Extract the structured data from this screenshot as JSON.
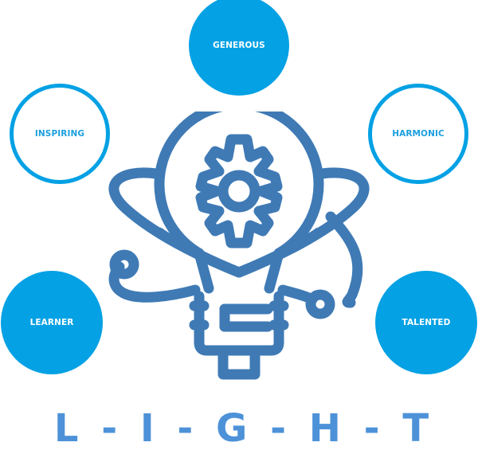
{
  "diagram": {
    "title": "L - I - G - H - T",
    "center_icon": "lightbulb-gear-atom-icon",
    "traits": [
      {
        "label": "GENEROUS",
        "style": "filled",
        "position": "top"
      },
      {
        "label": "INSPIRING",
        "style": "outlined",
        "position": "upper-left"
      },
      {
        "label": "HARMONIC",
        "style": "outlined",
        "position": "upper-right"
      },
      {
        "label": "LEARNER",
        "style": "filled",
        "position": "lower-left"
      },
      {
        "label": "TALENTED",
        "style": "filled",
        "position": "lower-right"
      }
    ]
  },
  "colors": {
    "circle": "#04A1E4",
    "icon": "#3F7AB5",
    "title": "#4D92D8",
    "background": "#FFFFFF"
  }
}
